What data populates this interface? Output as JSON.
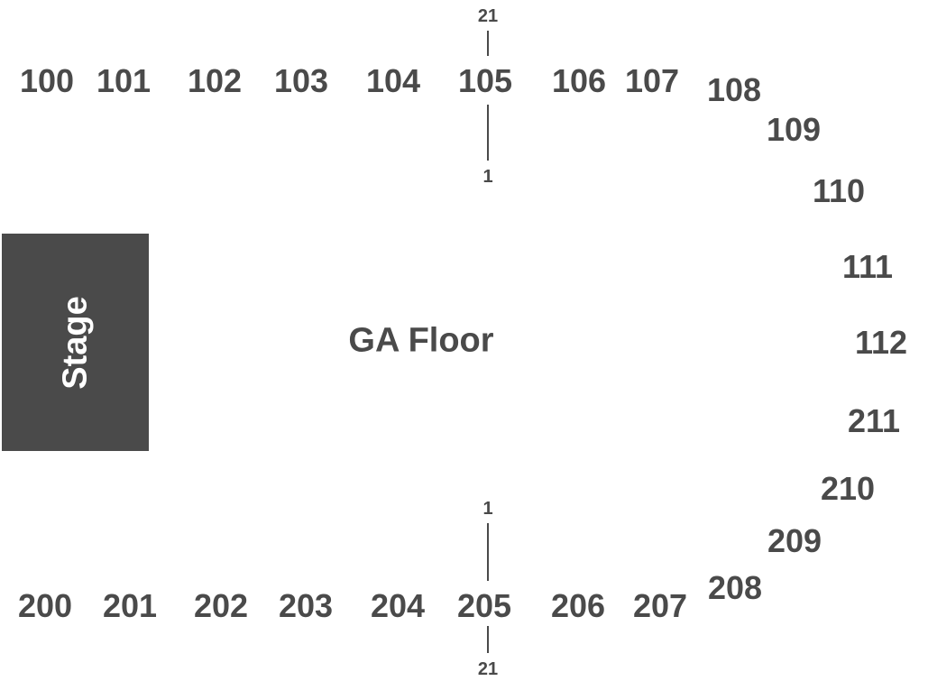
{
  "stage": {
    "label": "Stage"
  },
  "floor": {
    "label": "GA Floor"
  },
  "sections": {
    "upper": [
      "100",
      "101",
      "102",
      "103",
      "104",
      "105",
      "106",
      "107",
      "108",
      "109",
      "110",
      "111",
      "112"
    ],
    "lower": [
      "200",
      "201",
      "202",
      "203",
      "204",
      "205",
      "206",
      "207",
      "208",
      "209",
      "210",
      "211"
    ]
  },
  "row_markers": {
    "s105_top": "21",
    "s105_bottom": "1",
    "s205_top": "1",
    "s205_bottom": "21"
  },
  "colors": {
    "ink": "#4a4a4a",
    "stage_fill": "#4a4a4a",
    "stage_text": "#ffffff",
    "background": "#ffffff"
  }
}
